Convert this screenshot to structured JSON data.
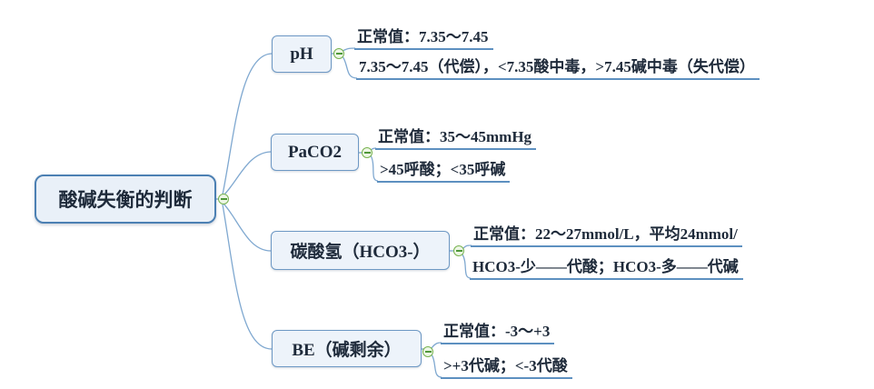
{
  "colors": {
    "node-border": "#6d98c4",
    "node-fill": "#edf3fa",
    "root-border": "#4c80b3",
    "root-fill": "#e9f0f8",
    "line": "#7fa8d0",
    "underline": "#5d90c0",
    "text": "#1e2a3a",
    "collapse-border": "#76b24e",
    "collapse-fill": "#edf6e5",
    "collapse-minus": "#4f9839"
  },
  "root": {
    "label": "酸碱失衡的判断"
  },
  "branches": [
    {
      "label": "pH",
      "children": [
        "正常值：7.35～7.45",
        "7.35～7.45（代偿），<7.35酸中毒，>7.45碱中毒（失代偿）"
      ]
    },
    {
      "label": "PaCO2",
      "children": [
        "正常值：35～45mmHg",
        ">45呼酸；<35呼碱"
      ]
    },
    {
      "label": "碳酸氢（HCO3-）",
      "children": [
        "正常值：22～27mmol/L，平均24mmol/",
        "HCO3-少——代酸；HCO3-多——代碱"
      ]
    },
    {
      "label": "BE（碱剩余）",
      "children": [
        "正常值：-3～+3",
        ">+3代碱；<-3代酸"
      ]
    }
  ]
}
